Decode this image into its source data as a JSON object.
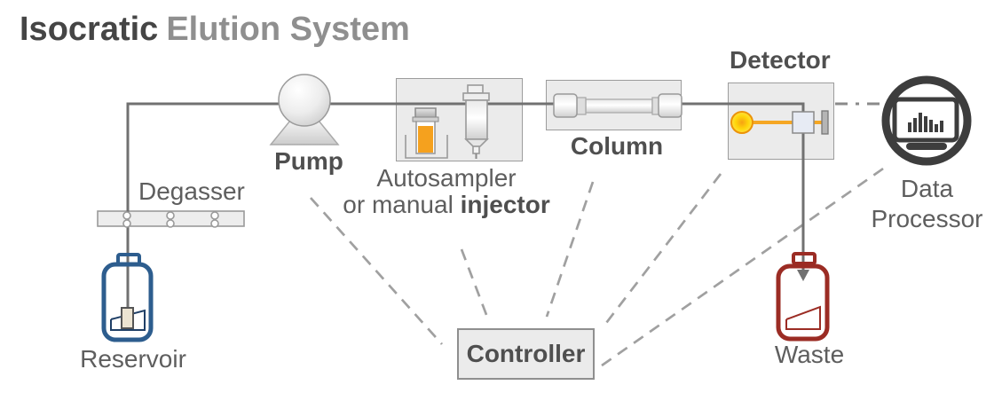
{
  "title": {
    "primary": "Isocratic",
    "secondary": "Elution System"
  },
  "components": {
    "reservoir": {
      "label": "Reservoir"
    },
    "degasser": {
      "label": "Degasser"
    },
    "pump": {
      "label": "Pump"
    },
    "autosampler": {
      "label_line1": "Autosampler",
      "label_line2_prefix": "or manual ",
      "label_line2_bold": "injector"
    },
    "column": {
      "label": "Column"
    },
    "detector": {
      "label": "Detector"
    },
    "data_processor": {
      "label_line1": "Data",
      "label_line2": "Processor"
    },
    "waste": {
      "label": "Waste"
    },
    "controller": {
      "label": "Controller"
    }
  },
  "icons": [
    "reservoir-bottle-icon",
    "degasser-bar-icon",
    "pump-icon",
    "vial-icon",
    "syringe-icon",
    "column-tube-icon",
    "lamp-icon",
    "flow-cell-icon",
    "photodiode-icon",
    "monitor-chart-icon",
    "waste-bottle-icon",
    "flow-arrow-icon"
  ],
  "colors": {
    "title_primary": "#454545",
    "title_secondary": "#8f8f8f",
    "label_text": "#5e5e5e",
    "bold_label_text": "#4f4f4f",
    "flow_line": "#717171",
    "control_line": "#a0a0a0",
    "box_fill": "#ebebeb",
    "box_border": "#9c9c9c",
    "reservoir_blue": "#2d5d8e",
    "waste_red": "#9b2c24",
    "sample_orange": "#f5a11e",
    "lamp_yellow": "#ffd400",
    "beam_orange": "#f5a623",
    "data_processor_dark": "#3d3d3d"
  }
}
